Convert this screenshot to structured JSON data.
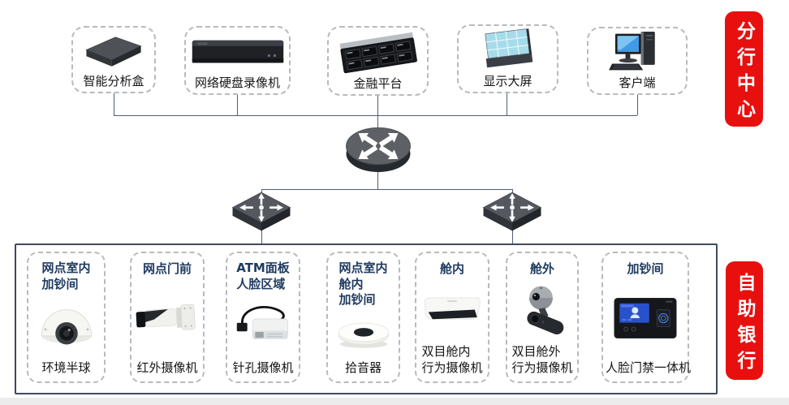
{
  "region_labels": {
    "top": "分行中心",
    "bottom": "自助银行"
  },
  "colors": {
    "accent_red": "#e8100f",
    "connector_line": "#4d5f73",
    "container_border": "#3e4a5e",
    "title_navy": "#1e3a5f",
    "dashed_border": "#b8babd"
  },
  "top_devices": [
    {
      "label": "智能分析盒",
      "icon": "analysis-box-icon"
    },
    {
      "label": "网络硬盘录像机",
      "icon": "nvr-icon"
    },
    {
      "label": "金融平台",
      "icon": "server-icon"
    },
    {
      "label": "显示大屏",
      "icon": "video-wall-icon"
    },
    {
      "label": "客户端",
      "icon": "desktop-icon"
    }
  ],
  "network_icons": {
    "router": "router-icon",
    "switch": "switch-icon"
  },
  "bottom_devices": [
    {
      "title_lines": [
        "网点室内",
        "加钞间"
      ],
      "label_lines": [
        "环境半球"
      ],
      "icon": "dome-camera-icon"
    },
    {
      "title_lines": [
        "网点门前"
      ],
      "label_lines": [
        "红外摄像机"
      ],
      "icon": "bullet-camera-icon"
    },
    {
      "title_lines": [
        "ATM面板",
        "人脸区域"
      ],
      "label_lines": [
        "针孔摄像机"
      ],
      "icon": "pinhole-camera-icon"
    },
    {
      "title_lines": [
        "网点室内",
        "舱内",
        "加钞间"
      ],
      "label_lines": [
        "拾音器"
      ],
      "icon": "audio-pickup-icon"
    },
    {
      "title_lines": [
        "舱内"
      ],
      "label_lines": [
        "双目舱内",
        "行为摄像机"
      ],
      "icon": "dual-lens-indoor-camera-icon"
    },
    {
      "title_lines": [
        "舱外"
      ],
      "label_lines": [
        "双目舱外",
        "行为摄像机"
      ],
      "icon": "dual-lens-outdoor-camera-icon"
    },
    {
      "title_lines": [
        "加钞间"
      ],
      "label_lines": [
        "人脸门禁一体机"
      ],
      "icon": "face-access-terminal-icon"
    }
  ]
}
